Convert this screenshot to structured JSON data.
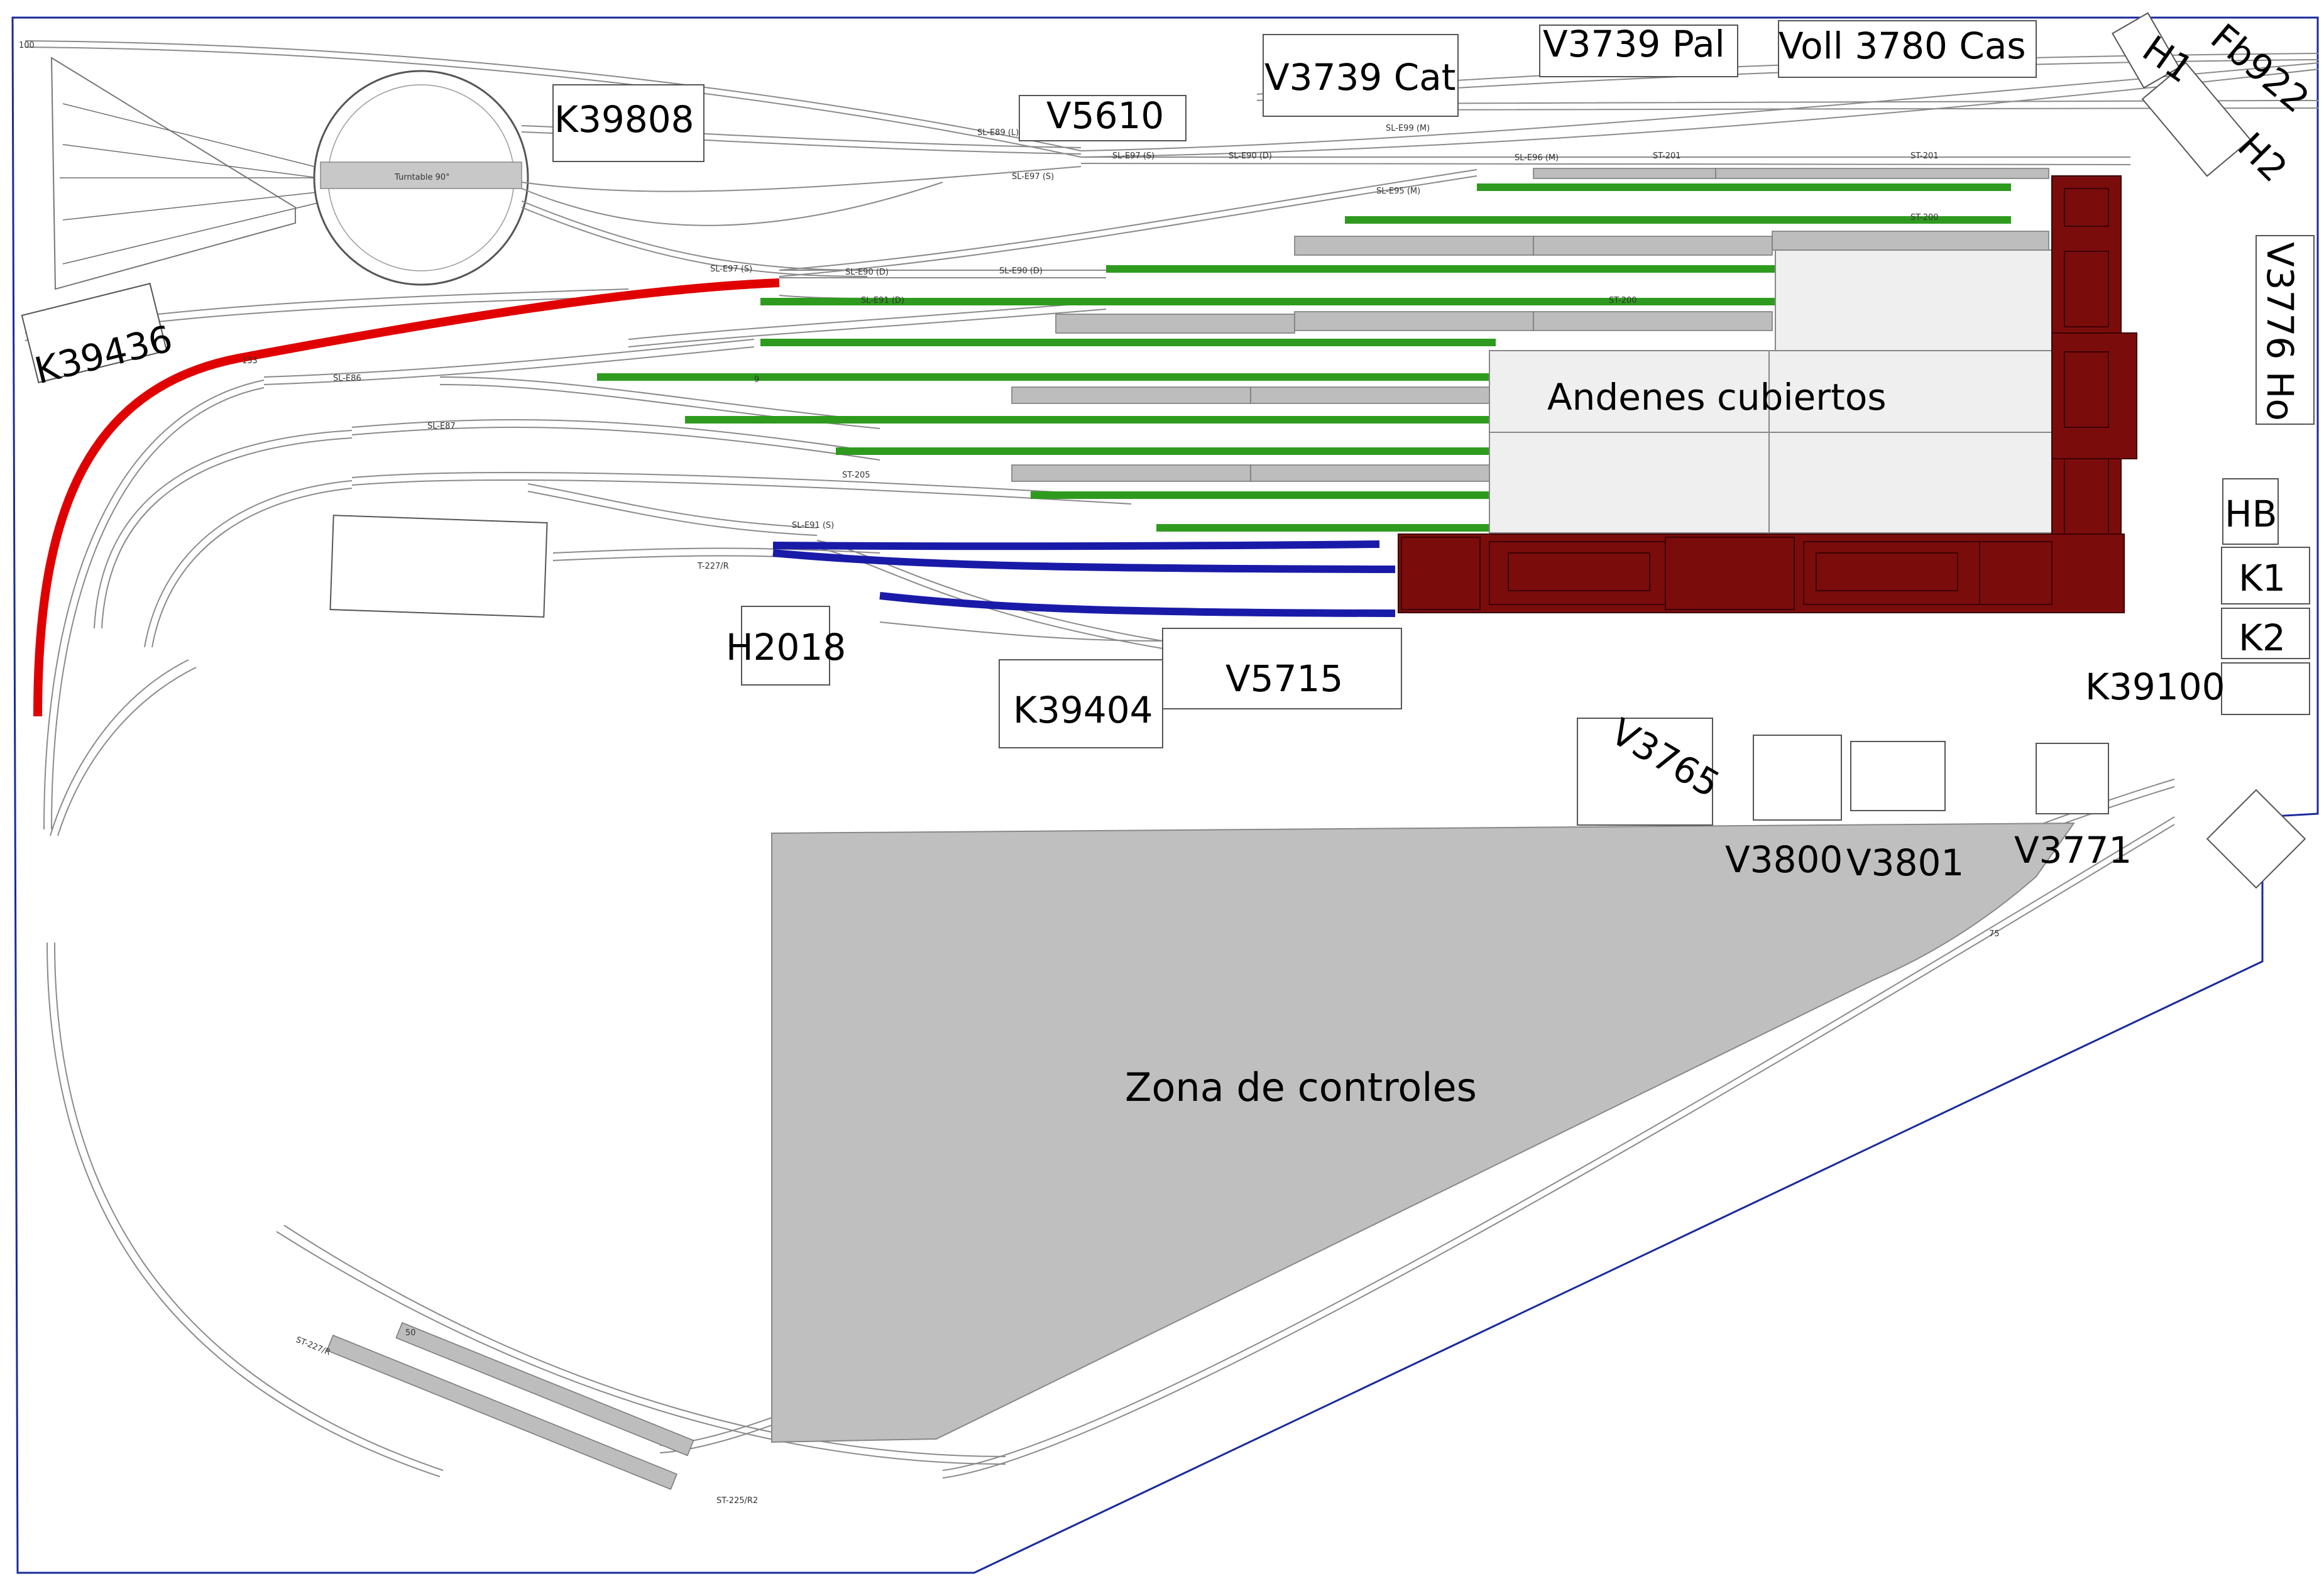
{
  "labels": {
    "k39808": "K39808",
    "v5610": "V5610",
    "v3739cat": "V3739 Cat",
    "v3739pal": "V3739 Pal",
    "voll3780": "Voll 3780 Cas",
    "h1": "H1",
    "fb922": "Fb922",
    "h2": "H2",
    "v3776": "V3776 Ho",
    "k39436": "K39436",
    "andenes": "Andenes cubiertos",
    "hb": "HB",
    "k1": "K1",
    "k2": "K2",
    "k39100": "K39100",
    "h2018": "H2018",
    "k39404": "K39404",
    "v5715": "V5715",
    "v3765": "V3765",
    "v3800": "V3800",
    "v3801": "V3801",
    "v3771": "V3771",
    "zona": "Zona de controles"
  },
  "track_labels": {
    "turntable": "Turntable 90°",
    "sl_e89_l": "SL-E89 (L)",
    "sl_e97_s_a": "SL-E97 (S)",
    "sl_e97_s_b": "SL-E97 (S)",
    "sl_e97_s_c": "SL-E97 (S)",
    "sl_e90_d_a": "SL-E90 (D)",
    "sl_e90_d_b": "SL-E90 (D)",
    "sl_e90_d_c": "SL-E90 (D)",
    "sl_e91_s": "SL-E91 (S)",
    "sl_e91_d": "SL-E91 (D)",
    "sl_e96_m": "SL-E96 (M)",
    "sl_e95_m": "SL-E95 (M)",
    "sl_e99_m": "SL-E99 (M)",
    "sl_e86": "SL-E86",
    "sl_e87": "SL-E87",
    "st201_a": "ST-201",
    "st201_b": "ST-201",
    "st200_a": "ST-200",
    "st200_b": "ST-200",
    "st205": "ST-205",
    "t227r": "T-227/R",
    "st225r2": "ST-225/R2",
    "st227r": "ST-227/R",
    "n100": "100",
    "n133": "133",
    "n9": "9",
    "n50": "50",
    "n75": "75"
  },
  "colors": {
    "red_track": "#e00000",
    "green_track": "#2e9b1f",
    "blue_track": "#1a1aa8",
    "building": "#7b0c0c",
    "platform": "#bdbdbd",
    "control_zone": "#bfbfbf",
    "border": "#1a2a9c"
  }
}
